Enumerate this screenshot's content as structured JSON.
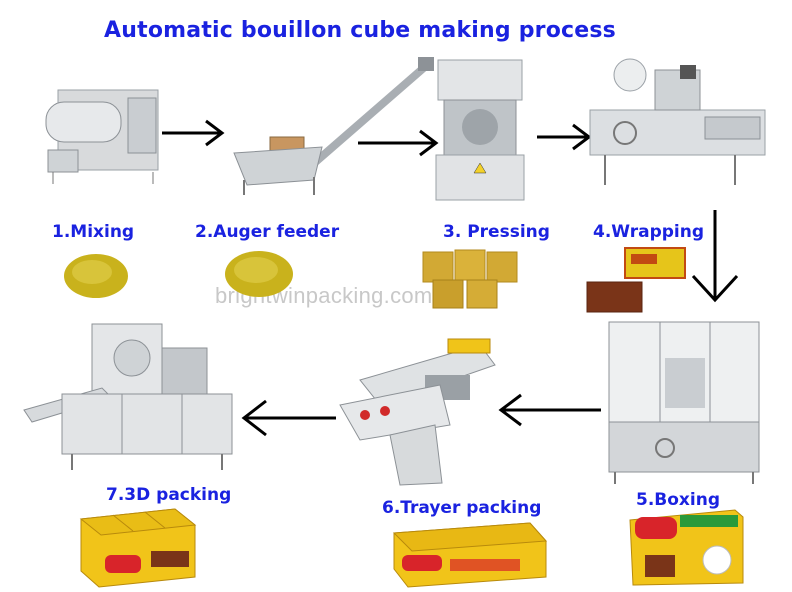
{
  "title": "Automatic bouillon cube making process",
  "watermark": "brightwinpacking.com",
  "steps": [
    {
      "label": "1.Mixing"
    },
    {
      "label": "2.Auger feeder"
    },
    {
      "label": "3. Pressing"
    },
    {
      "label": "4.Wrapping"
    },
    {
      "label": "5.Boxing"
    },
    {
      "label": "6.Trayer packing"
    },
    {
      "label": "7.3D packing"
    }
  ],
  "colors": {
    "label": "#1a22e0",
    "arrow": "#000000",
    "powder": "#c9b21c"
  }
}
